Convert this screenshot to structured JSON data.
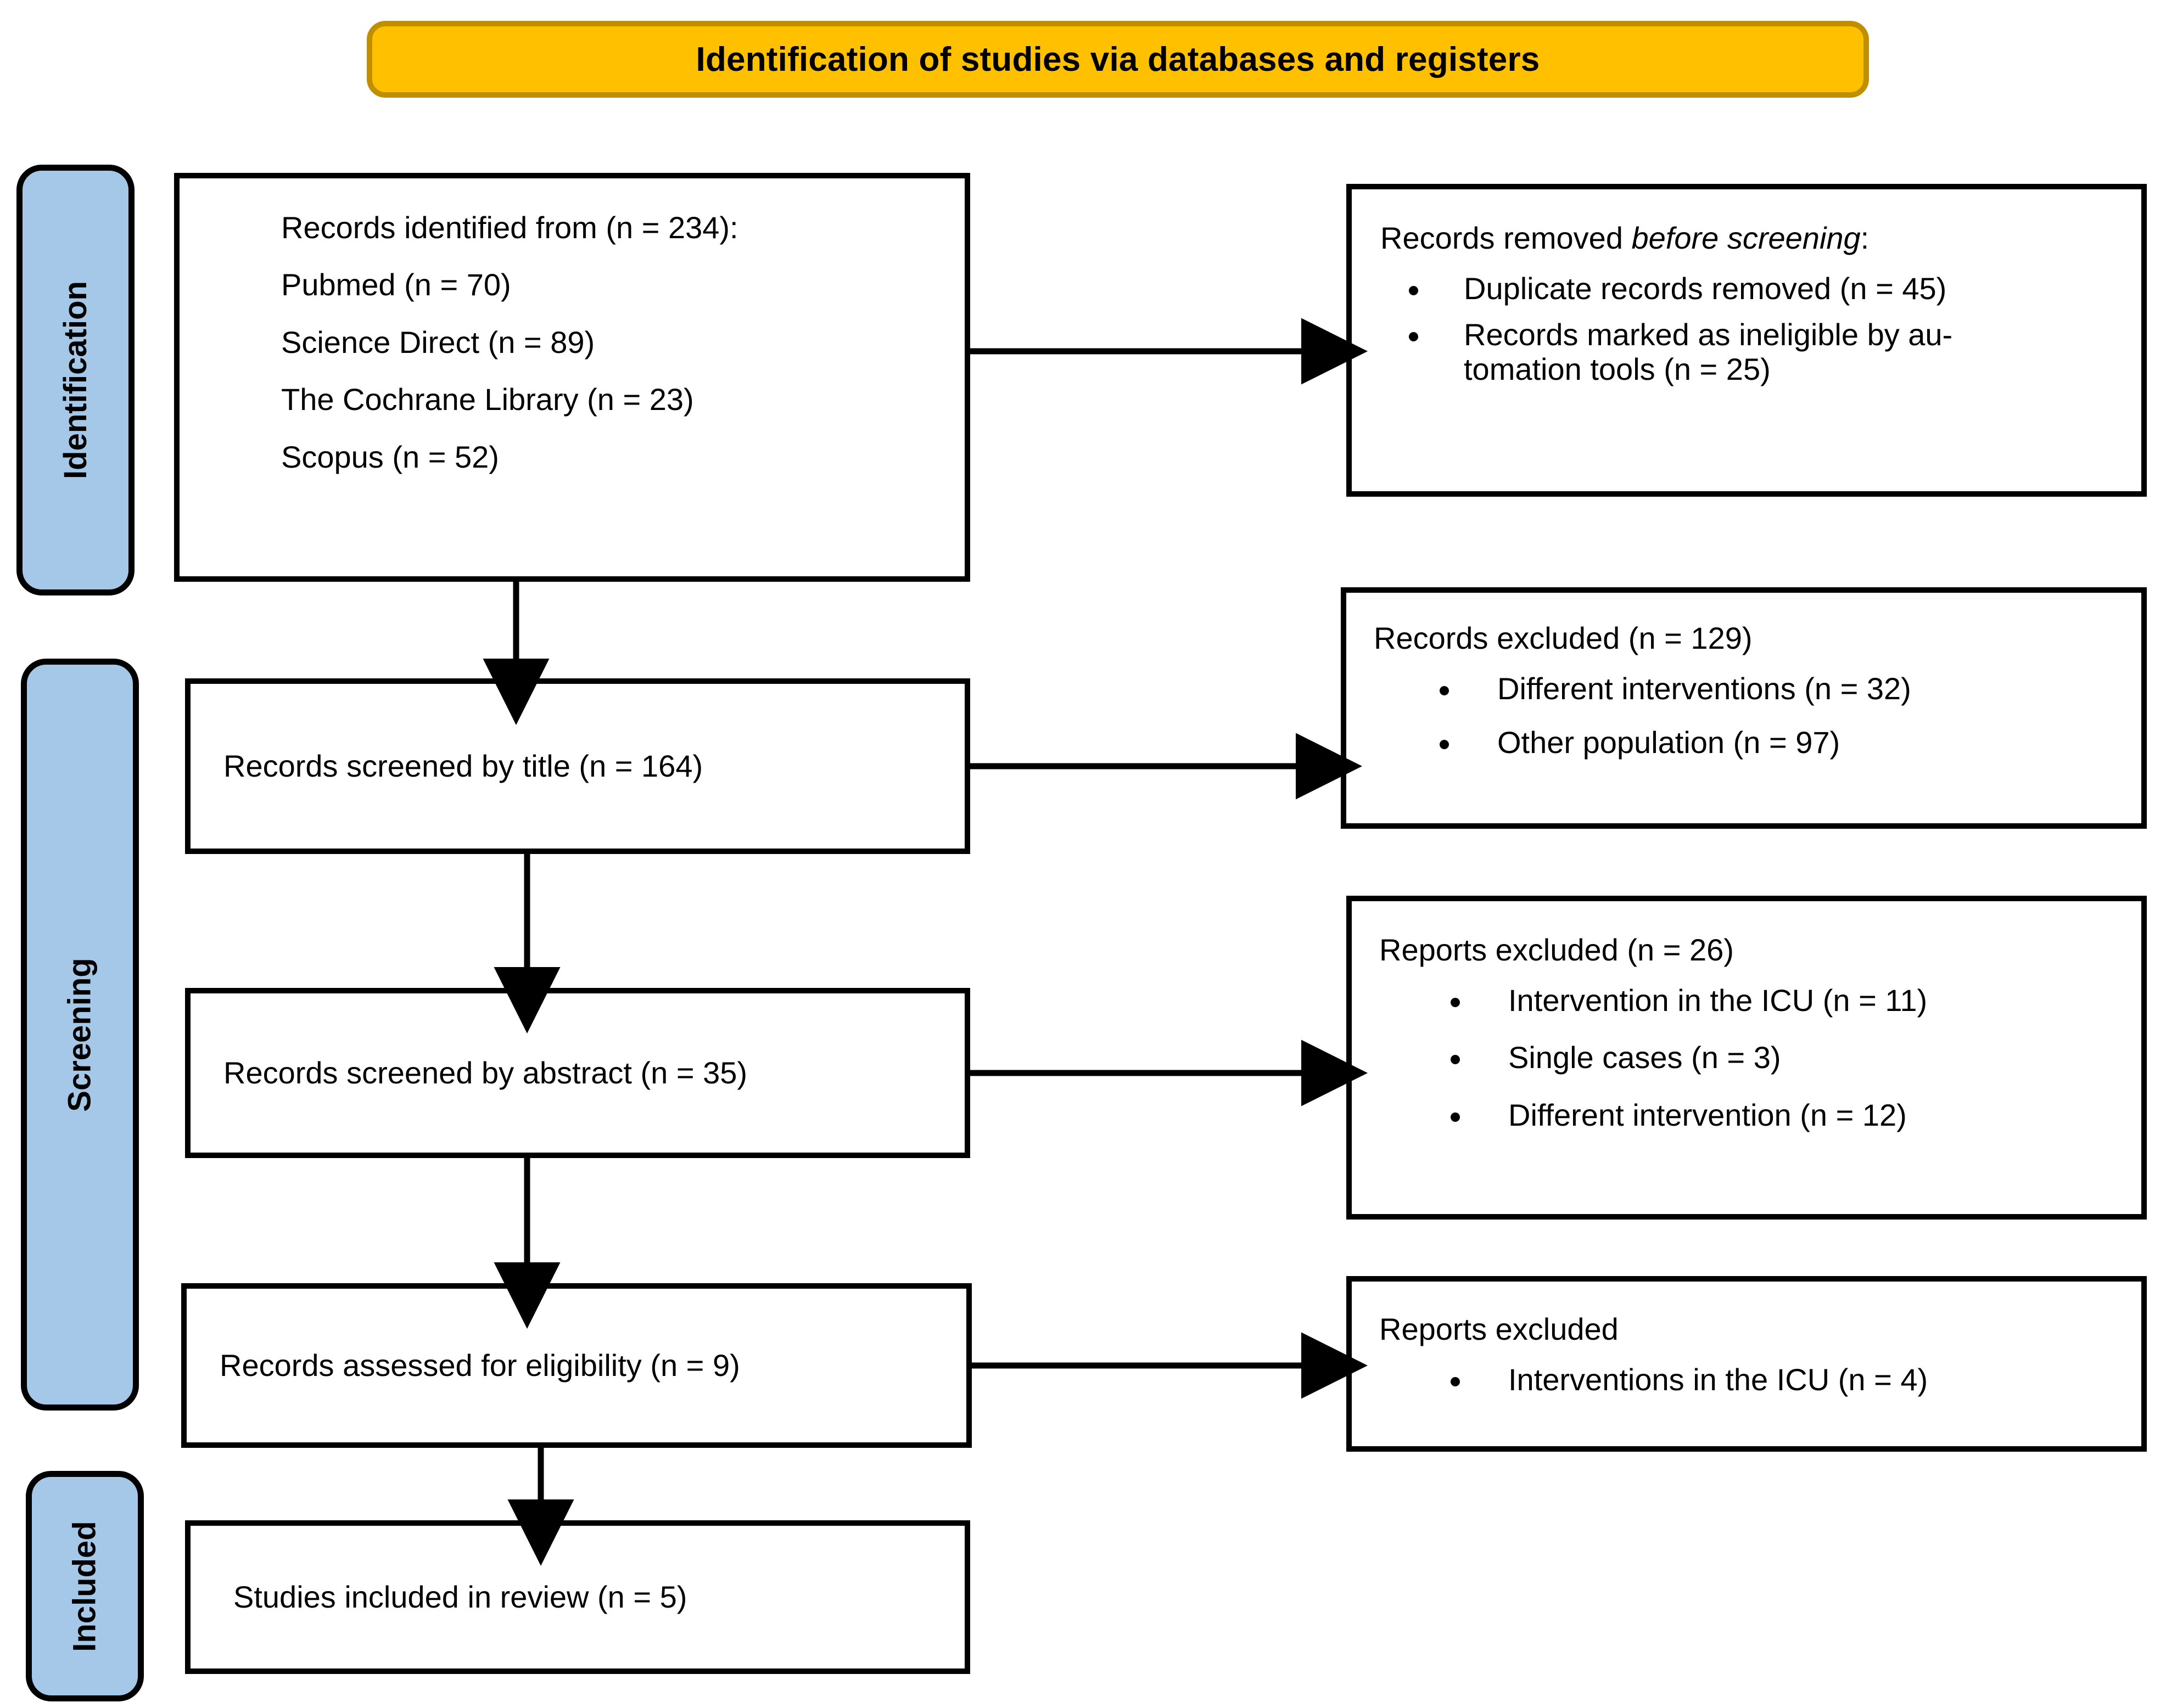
{
  "title": {
    "text": "Identification of studies via databases and registers",
    "fill_color": "#FFC000",
    "border_color": "#BF8F00"
  },
  "stages": {
    "band_color": "#A5C8E9",
    "identification": "Identification",
    "screening": "Screening",
    "included": "Included"
  },
  "flow": {
    "identified": {
      "lines": [
        "Records identified from (n = 234):",
        "Pubmed (n = 70)",
        "Science Direct (n = 89)",
        "The Cochrane Library (n = 23)",
        "Scopus (n = 52)"
      ]
    },
    "screened_title": "Records screened by title (n = 164)",
    "screened_abstract": "Records screened by abstract (n = 35)",
    "eligibility": "Records assessed for eligibility (n = 9)",
    "included_review": "Studies included in review (n = 5)"
  },
  "excluded": {
    "removed_before_screening": {
      "heading_prefix": "Records removed ",
      "heading_italic": "before screening",
      "heading_suffix": ":",
      "bullets": [
        "Duplicate records removed   (n = 45)",
        "Records marked as ineligible by au-",
        "tomation tools (n = 25)"
      ]
    },
    "records_excluded_129": {
      "heading": "Records excluded (n = 129)",
      "bullets": [
        "Different interventions (n = 32)",
        "Other population (n = 97)"
      ]
    },
    "reports_excluded_26": {
      "heading": "Reports excluded (n = 26)",
      "bullets": [
        "Intervention in the ICU (n = 11)",
        "Single cases (n = 3)",
        "Different intervention (n = 12)"
      ]
    },
    "reports_excluded_icu": {
      "heading": "Reports excluded",
      "bullets": [
        "Interventions in the ICU (n = 4)"
      ]
    }
  }
}
